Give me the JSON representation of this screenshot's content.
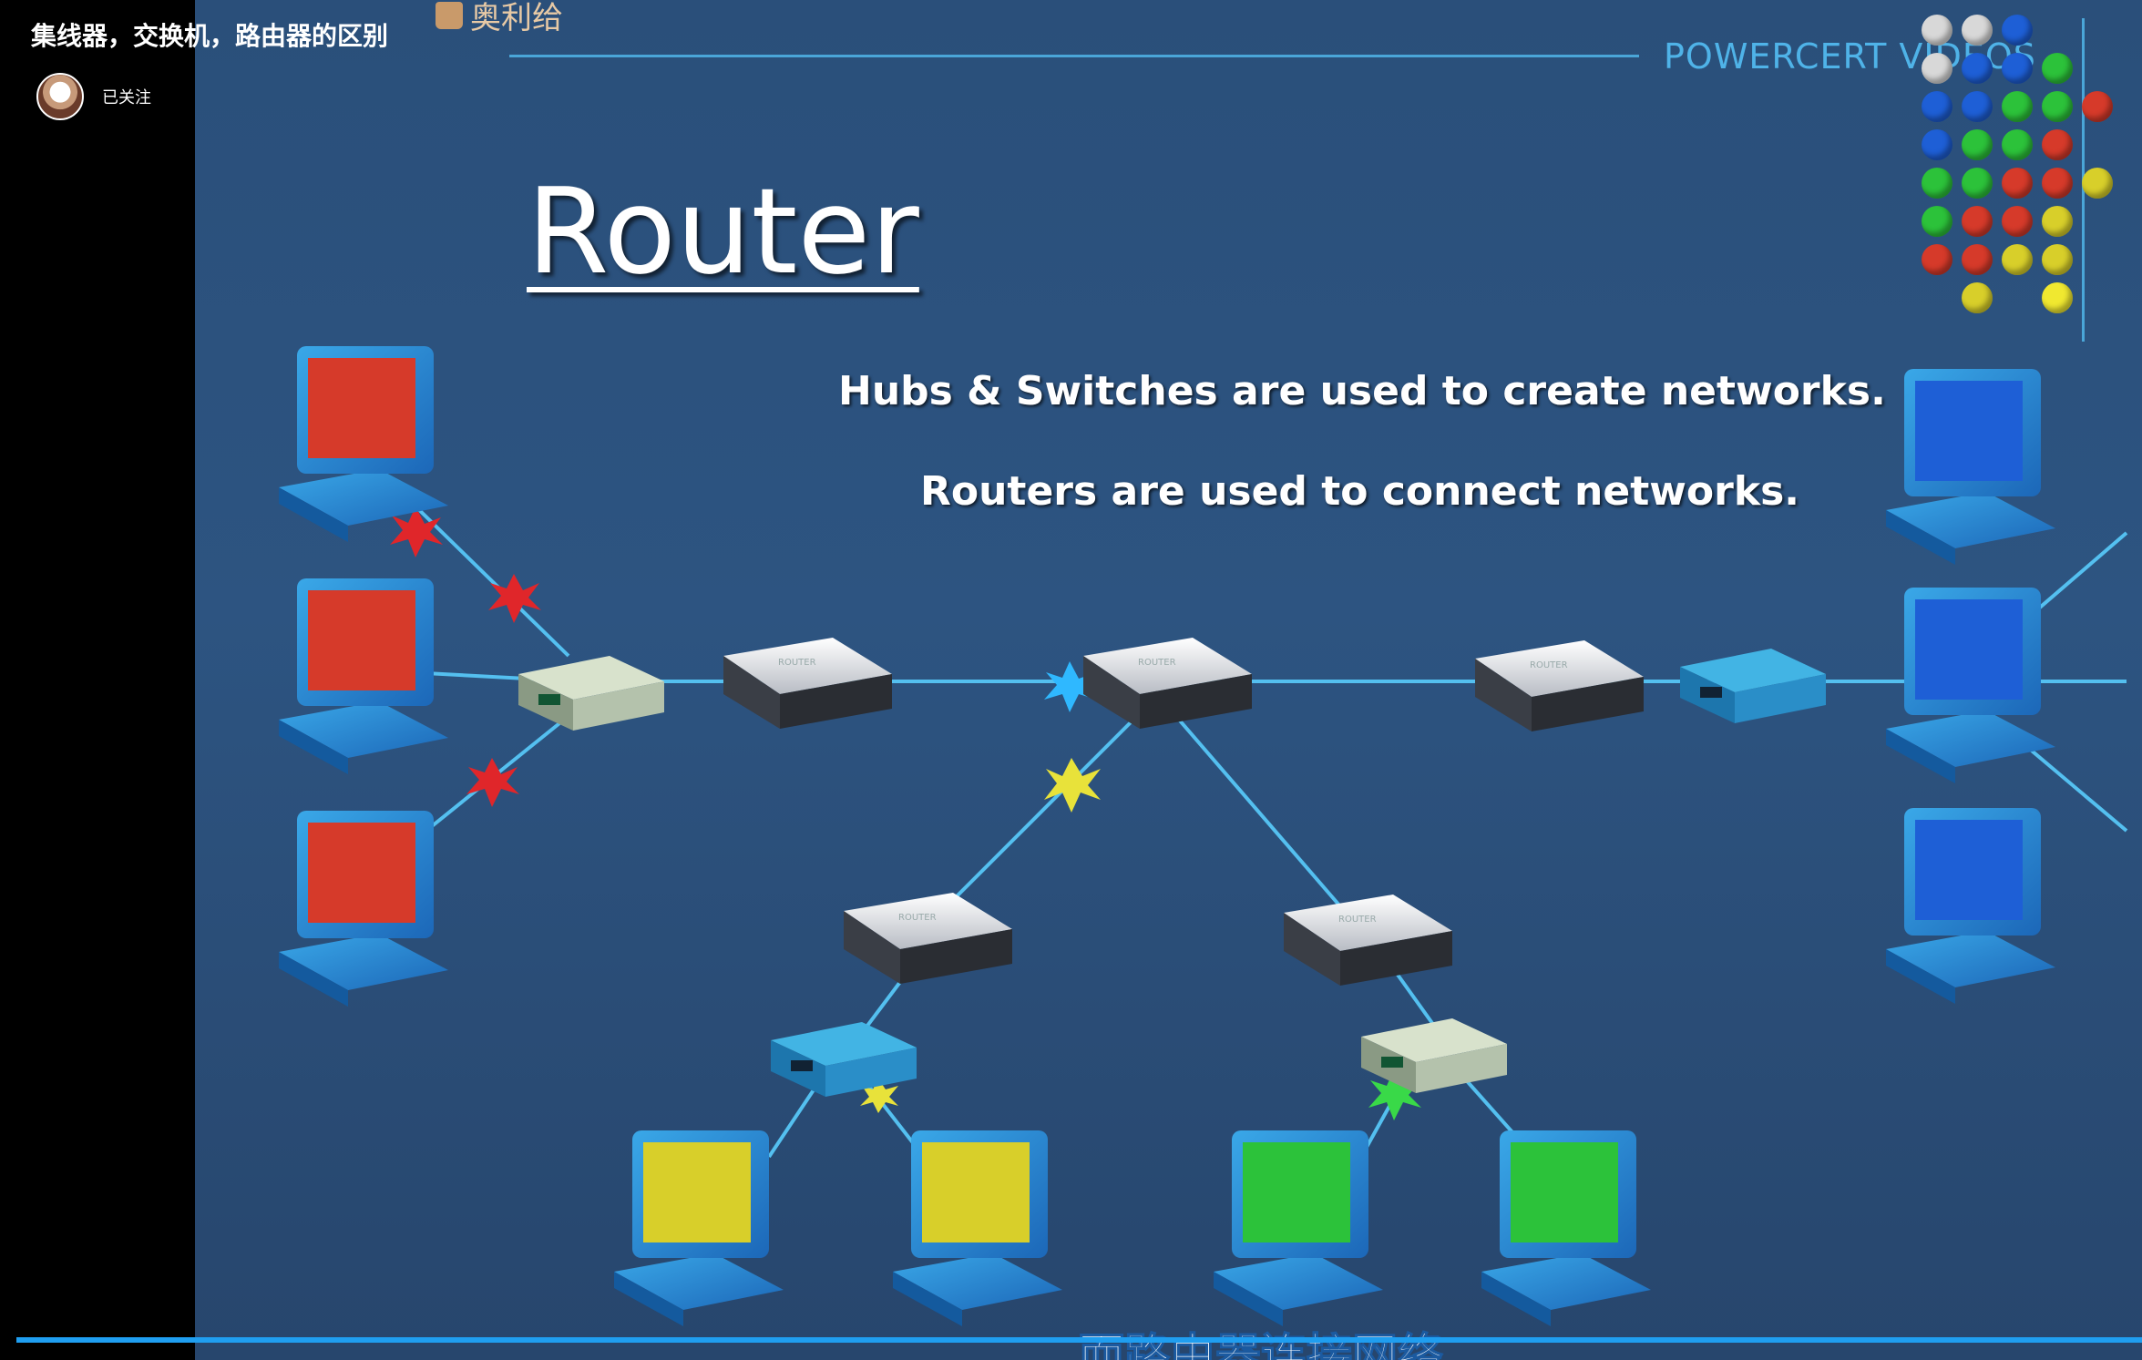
{
  "video": {
    "title": "集线器，交换机，路由器的区别",
    "follow_status": "已关注",
    "like_label": "奥利给",
    "brand": "POWERCERT VIDEOS",
    "heading": "Router",
    "text_line1": "Hubs & Switches are used to create networks.",
    "text_line2": "Routers are used to connect networks.",
    "subtitle": "而路由器连接网络"
  },
  "device_label": "ROUTER",
  "colors": {
    "background": "#2d5481",
    "brand": "#4fb3e8",
    "progress": "#1f9ef0",
    "group_red": "#d63a2a",
    "group_blue": "#1e5fd6",
    "group_yellow": "#d8cf2a",
    "group_green": "#2cc23a",
    "link": "#54c0f0"
  },
  "icons": [
    "like-thumb-icon",
    "avatar",
    "router-icon",
    "hub-icon",
    "computer-icon",
    "collision-icon"
  ]
}
